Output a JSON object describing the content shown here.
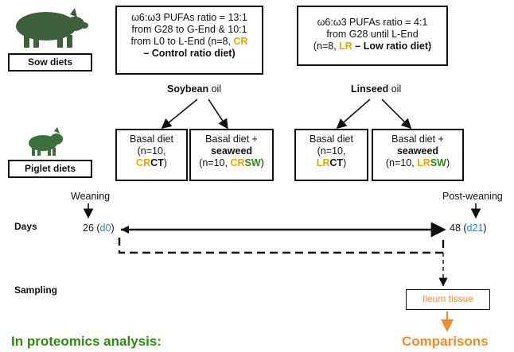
{
  "labels": {
    "sow_diets": "Sow diets",
    "piglet_diets": "Piglet diets",
    "days": "Days",
    "sampling": "Sampling",
    "weaning": "Weaning",
    "post_weaning": "Post-weaning",
    "soybean": "Soybean",
    "oil1": " oil",
    "linseed": "Linseed",
    "oil2": " oil",
    "in_proteomics": "In proteomics analysis:",
    "comparisons": "Comparisons",
    "ileum": "Ileum tissue"
  },
  "sow_boxes": {
    "control": {
      "line1": "ω6:ω3 PUFAs ratio = 13:1",
      "line2": "from G28 to G-End & 10:1",
      "line3a": "from L0 to L-End (n=8, ",
      "code": "CR",
      "line4": "– Control ratio diet)"
    },
    "low": {
      "line1": "ω6:ω3 PUFAs ratio = 4:1",
      "line2": "from G28 until L-End",
      "line3a": "(n=8, ",
      "code": "LR",
      "line3b": " – Low ratio diet)"
    }
  },
  "piglet_boxes": [
    {
      "line1": "Basal diet",
      "line2": "(n=10,",
      "pre": "",
      "code_a": "CR",
      "code_b": "CT",
      "post": ")"
    },
    {
      "line1": "Basal diet +",
      "line2": "seaweed",
      "pre": "(n=10, ",
      "code_a": "CR",
      "code_b": "SW",
      "post": ")"
    },
    {
      "line1": "Basal diet",
      "line2": "(n=10,",
      "pre": "",
      "code_a": "LR",
      "code_b": "CT",
      "post": ")"
    },
    {
      "line1": "Basal diet +",
      "line2": "seaweed",
      "pre": "(n=10, ",
      "code_a": "LR",
      "code_b": "SW",
      "post": ")"
    }
  ],
  "timeline": {
    "start_num": "26 (",
    "start_day": "d0",
    "start_close": ")",
    "end_num": "48 (",
    "end_day": "d21",
    "end_close": ")"
  },
  "colors": {
    "code_yellow": "#e5a800",
    "seaweed_green": "#2f8a12",
    "day_blue": "#2b7fc1",
    "orange": "#f08c2e",
    "heading_green": "#2f8a12"
  },
  "icons": [
    "sow-icon",
    "piglet-icon"
  ]
}
